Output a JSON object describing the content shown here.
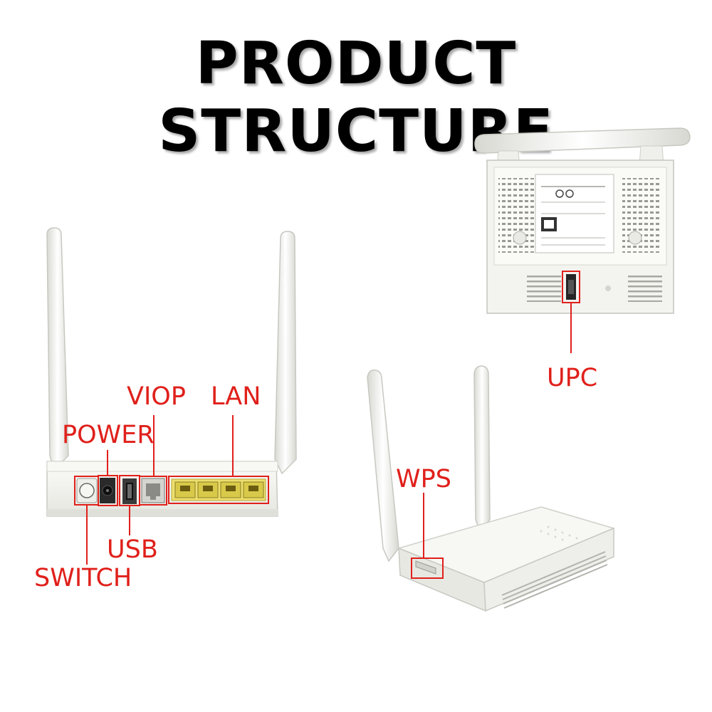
{
  "title": "PRODUCT STRUCTURE",
  "colors": {
    "callout": "#e0201b",
    "device_body": "#f4f4f1",
    "device_shade": "#dcdcd6",
    "lan_port": "#d9c94a",
    "title": "#000000"
  },
  "callouts": {
    "viop": "VIOP",
    "lan": "LAN",
    "power": "POWER",
    "usb": "USB",
    "switch": "SWITCH",
    "upc": "UPC",
    "wps": "WPS"
  },
  "views": [
    "rear-view",
    "bottom-view",
    "front-angle-view"
  ],
  "icons": [
    "wifi-logo-icon",
    "ce-mark-icon"
  ]
}
